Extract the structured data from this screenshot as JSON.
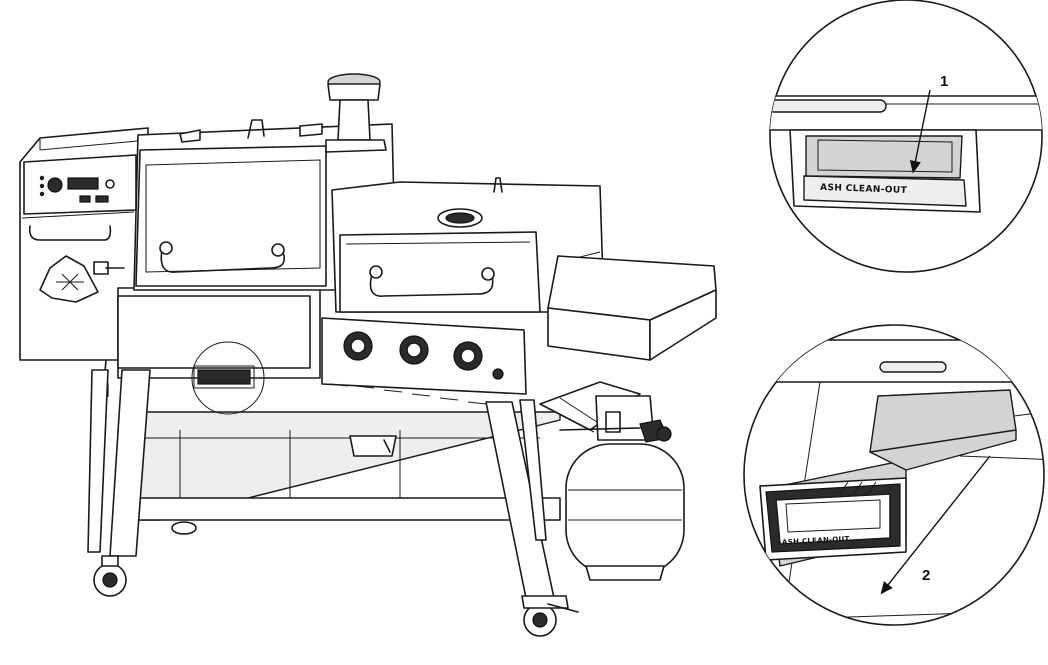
{
  "callouts": {
    "top": {
      "step": "1",
      "panel_text": "ASH CLEAN-OUT"
    },
    "bottom": {
      "step": "2",
      "panel_text": "ASH CLEAN-OUT"
    }
  },
  "icons": [
    "arrow-down-icon",
    "arrow-diagonal-icon"
  ]
}
